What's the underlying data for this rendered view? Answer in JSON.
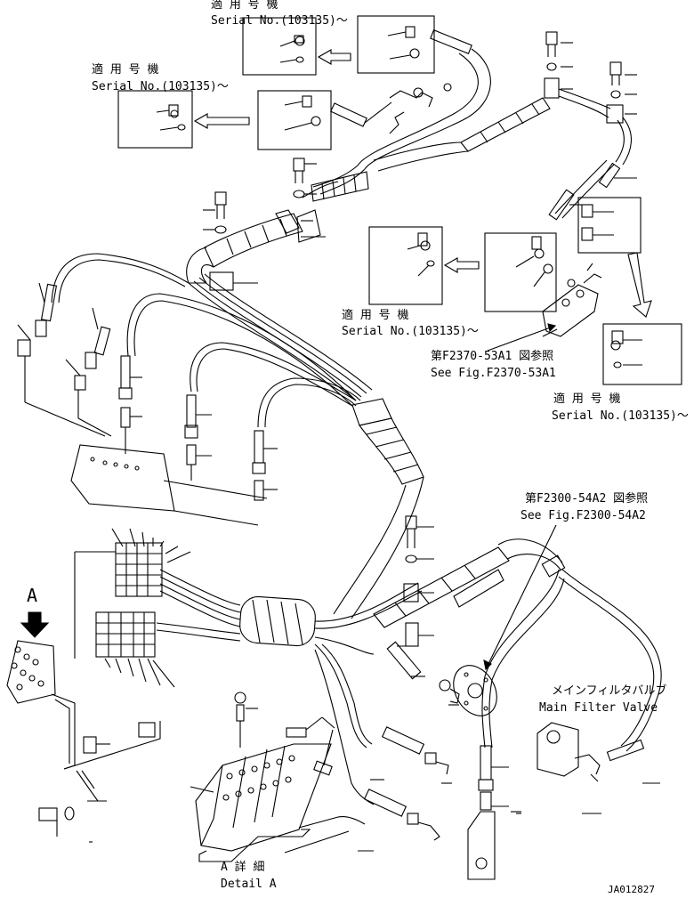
{
  "callouts": {
    "top_center": {
      "jp": "適 用 号 機",
      "en": "Serial No.(103135)～"
    },
    "top_left": {
      "jp": "適 用 号 機",
      "en": "Serial No.(103135)～"
    },
    "mid_right": {
      "jp": "適 用 号 機",
      "en": "Serial No.(103135)～"
    },
    "far_right": {
      "jp": "適 用 号 機",
      "en": "Serial No.(103135)～"
    }
  },
  "references": {
    "f2370": {
      "jp": "第F2370-53A1 図参照",
      "en": "See Fig.F2370-53A1"
    },
    "f2300": {
      "jp": "第F2300-54A2 図参照",
      "en": "See Fig.F2300-54A2"
    }
  },
  "main_filter_valve": {
    "jp": "メインフィルタバルブ",
    "en": "Main Filter Valve"
  },
  "detail": {
    "view_letter": "A",
    "jp": "A 詳 細",
    "en": "Detail A"
  },
  "drawing_id": "JA012827"
}
